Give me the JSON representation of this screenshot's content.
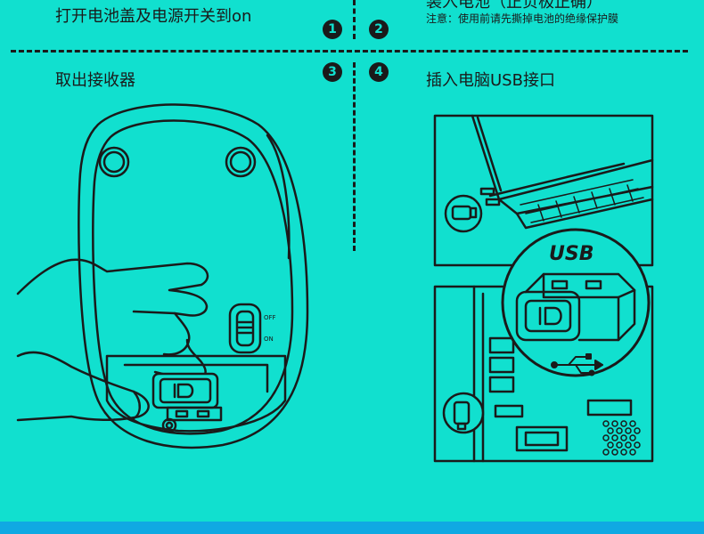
{
  "steps": [
    {
      "number": "1",
      "text": "打开电池盖及电源开关到on"
    },
    {
      "number": "2",
      "text": "装入电池（正负极正确）",
      "note": "注意：使用前请先撕掉电池的绝缘保护膜"
    },
    {
      "number": "3",
      "text": "取出接收器"
    },
    {
      "number": "4",
      "text": "插入电脑USB接口"
    }
  ],
  "mouse_switch": {
    "off_label": "OFF",
    "on_label": "ON"
  },
  "usb_zoom_label": "USB",
  "colors": {
    "background": "#11e0cf",
    "ink": "#1a1a1a",
    "bottom_bar": "#10a9e3"
  }
}
